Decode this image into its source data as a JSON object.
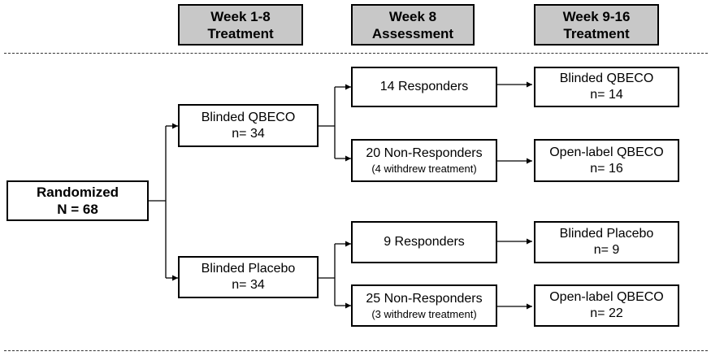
{
  "headers": {
    "col1": [
      "Week 1-8",
      "Treatment"
    ],
    "col2": [
      "Week 8",
      "Assessment"
    ],
    "col3": [
      "Week 9-16",
      "Treatment"
    ]
  },
  "randomized": {
    "line1": "Randomized",
    "line2": "N = 68"
  },
  "arm_qbeco": {
    "line1": "Blinded QBECO",
    "line2": "n= 34"
  },
  "arm_placebo": {
    "line1": "Blinded Placebo",
    "line2": "n= 34"
  },
  "qbeco_responders": {
    "line1": "14 Responders"
  },
  "qbeco_nonresponders": {
    "line1": "20 Non-Responders",
    "line2": "(4 withdrew treatment)"
  },
  "placebo_responders": {
    "line1": "9 Responders"
  },
  "placebo_nonresponders": {
    "line1": "25 Non-Responders",
    "line2": "(3 withdrew treatment)"
  },
  "out_blinded_qbeco": {
    "line1": "Blinded QBECO",
    "line2": "n= 14"
  },
  "out_openlabel_qbeco_1": {
    "line1": "Open-label QBECO",
    "line2": "n= 16"
  },
  "out_blinded_placebo": {
    "line1": "Blinded Placebo",
    "line2": "n= 9"
  },
  "out_openlabel_qbeco_2": {
    "line1": "Open-label QBECO",
    "line2": "n= 22"
  }
}
